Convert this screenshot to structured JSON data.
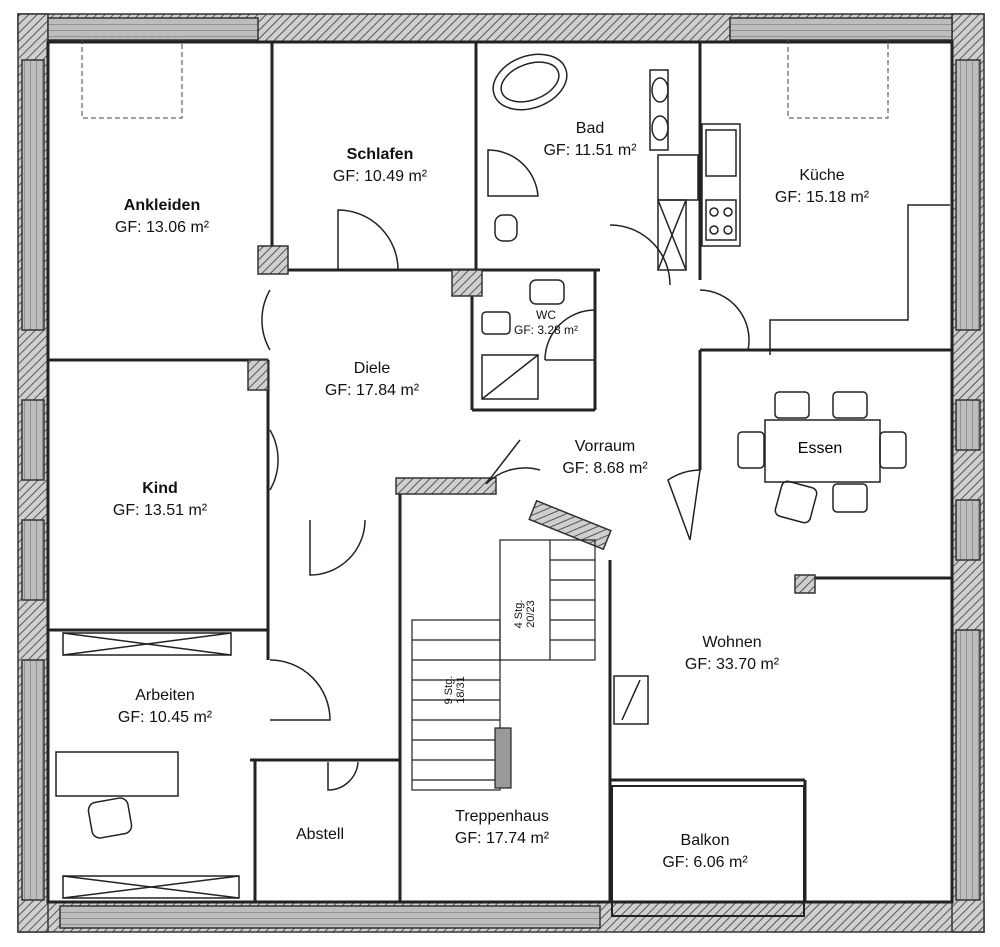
{
  "rooms": {
    "ankleiden": {
      "name": "Ankleiden",
      "area": "GF: 13.06 m²"
    },
    "schlafen": {
      "name": "Schlafen",
      "area": "GF: 10.49 m²"
    },
    "bad": {
      "name": "Bad",
      "area": "GF: 11.51 m²"
    },
    "kueche": {
      "name": "Küche",
      "area": "GF: 15.18 m²"
    },
    "wc": {
      "name": "WC",
      "area": "GF: 3.28 m²"
    },
    "diele": {
      "name": "Diele",
      "area": "GF: 17.84 m²"
    },
    "vorraum": {
      "name": "Vorraum",
      "area": "GF: 8.68 m²"
    },
    "kind": {
      "name": "Kind",
      "area": "GF: 13.51 m²"
    },
    "wohnen": {
      "name": "Wohnen",
      "area": "GF: 33.70 m²"
    },
    "arbeiten": {
      "name": "Arbeiten",
      "area": "GF: 10.45 m²"
    },
    "abstell": {
      "name": "Abstell"
    },
    "treppenhaus": {
      "name": "Treppenhaus",
      "area": "GF: 17.74 m²"
    },
    "balkon": {
      "name": "Balkon",
      "area": "GF: 6.06 m²"
    }
  },
  "furniture": {
    "essen": "Essen"
  },
  "stairs": {
    "upper": {
      "line1": "4 Stg.",
      "line2": "20/23"
    },
    "lower": {
      "line1": "9 Stg.",
      "line2": "18/31"
    }
  }
}
